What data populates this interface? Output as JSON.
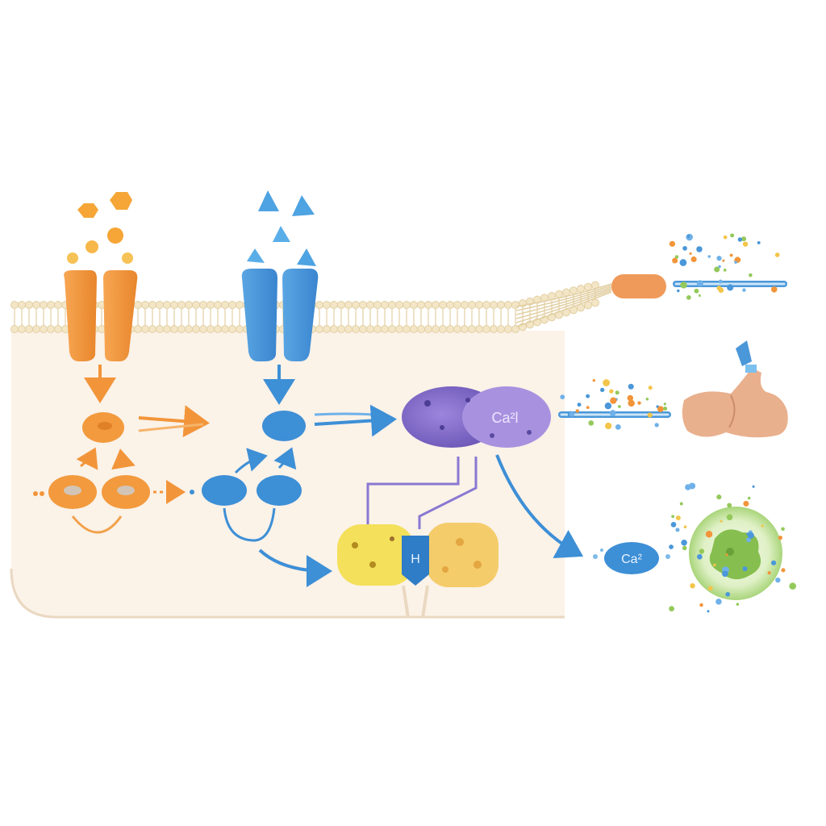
{
  "labels": {
    "ca_complex": "Ca²l",
    "ca_small": "Ca²",
    "h_label": "H"
  },
  "colors": {
    "background": "#ffffff",
    "cytoplasm": "#fbf2e8",
    "membrane_head": "#f3e6c6",
    "membrane_tail": "#e2cfa3",
    "orange_receptor": "#f2953a",
    "blue_receptor": "#4a97d9",
    "purple_complex": "#8d76cf",
    "yellow_complex": "#f3df58",
    "green_cell": "#93c95a",
    "muscle": "#e9b08e"
  },
  "icons": [
    "orange-receptor-icon",
    "blue-receptor-icon",
    "ligand-hexagon-icon",
    "ligand-triangle-icon",
    "purple-calcium-complex-icon",
    "yellow-channel-complex-icon",
    "flexed-arm-muscle-icon",
    "green-cell-icon"
  ]
}
